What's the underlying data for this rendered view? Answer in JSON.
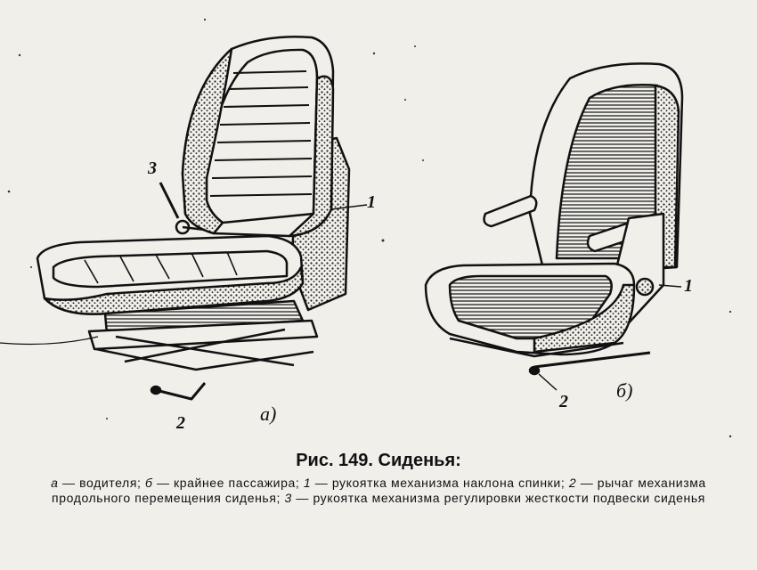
{
  "callouts": {
    "a_handle_recline": "1",
    "a_lever_longitudinal": "2",
    "a_handle_suspension": "3",
    "b_handle_recline": "1",
    "b_lever_longitudinal": "2"
  },
  "panel_labels": {
    "a": "а)",
    "b": "б)"
  },
  "caption": {
    "title": "Рис. 149. Сиденья:",
    "items": [
      {
        "key": "а",
        "text": " — водителя; "
      },
      {
        "key": "б",
        "text": " — крайнее пассажира; "
      },
      {
        "key": "1",
        "text": " — рукоятка механизма наклона спинки; "
      },
      {
        "key": "2",
        "text": " — рычаг механизма продольного перемещения сиденья; "
      },
      {
        "key": "3",
        "text": " — рукоятка механизма регулировки жесткости подвески сиденья"
      }
    ]
  },
  "colors": {
    "paper": "#f1efea",
    "ink": "#111111"
  }
}
